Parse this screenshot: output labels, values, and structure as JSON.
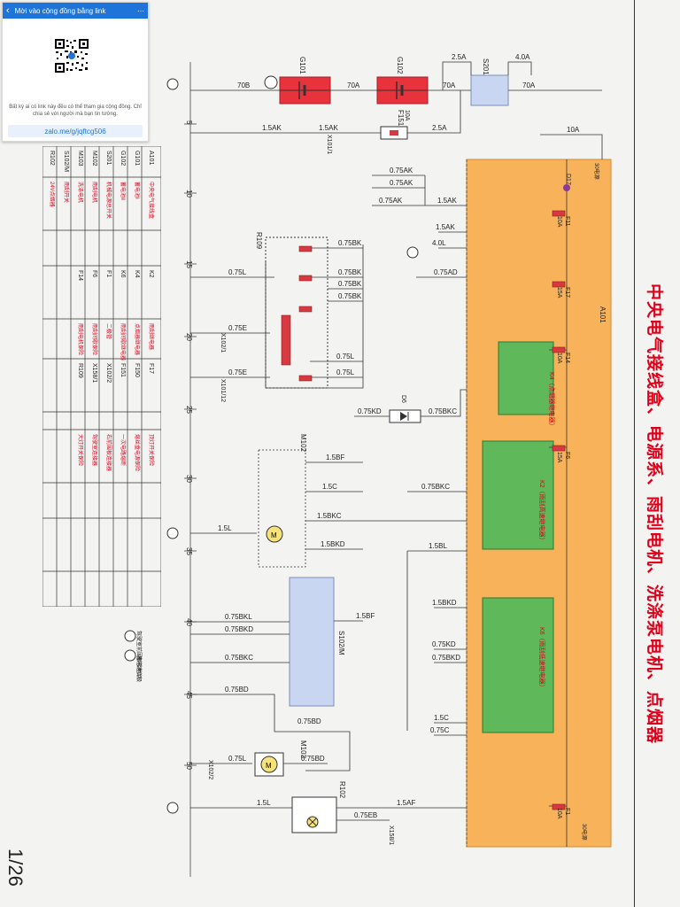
{
  "zalo": {
    "header_title": "Mời vào cộng đồng bằng link",
    "note": "Bất kỳ ai có link này đều có thể tham gia cộng đồng. Chỉ chia sẻ với người mà bạn tin tưởng.",
    "link": "zalo.me/g/jqftcg506"
  },
  "page_number": "1/26",
  "title": "中央电气接线盒、电源系、雨刮电机、洗涤泵电机、点烟器",
  "legend": {
    "codes": [
      "A101",
      "G101",
      "G102",
      "S201",
      "M102",
      "M103",
      "S102/M",
      "R102"
    ],
    "names": [
      "中央电气接线盒",
      "蓄电池Ⅰ",
      "蓄电池Ⅱ",
      "机械电源总开关",
      "雨刮电机",
      "洗涤电机",
      "雨刮开关",
      "24V点烟器"
    ],
    "codes2": [
      "K2",
      "K4",
      "K6",
      "F1",
      "F6",
      "F14",
      "",
      ""
    ],
    "names2": [
      "雨刮继电器",
      "点烟器继电器",
      "雨刮间歇继电器",
      "二极管",
      "雨刮间歇保险",
      "雨刮电机保险",
      "",
      ""
    ],
    "codes3": [
      "F17",
      "F150",
      "F151",
      "X102/2",
      "X158/1",
      "R109",
      "",
      ""
    ],
    "names3": [
      "顶灯开关保险",
      "熔丝盒电源保险",
      "一次电路熔断",
      "右前围板连接器",
      "驾驶室连接器",
      "大灯开关保险",
      "",
      ""
    ]
  },
  "symbols": {
    "ground_label": "驾驶室前围板接地点",
    "battery_label": "蓄电池负极"
  },
  "components": {
    "g101": "G101",
    "g102": "G102",
    "s201": "S201",
    "f151": "F151",
    "f151_rating": "10A",
    "x101_1": "X101/1",
    "a101": "A101",
    "r109": "R109",
    "x102_1": "X102/1",
    "x101_12": "X101/12",
    "d6": "D6",
    "d17": "D17",
    "m102": "M102",
    "s102m": "S102/M",
    "m103": "M103",
    "x102_2": "X102/2",
    "r102": "R102",
    "x158_1": "X158/1",
    "f11": "F11",
    "f11_rating": "10A",
    "f17": "F17",
    "f17_rating": "15A",
    "f14": "F14",
    "f14_rating": "10A",
    "f6": "F6",
    "f6_rating": "15A",
    "f1": "F1",
    "f1_rating": "10A",
    "k4": "K4（点烟器继电器）",
    "k2": "K2（雨刮高速继电器）",
    "k6": "K6（雨刮低速继电器）",
    "d17_label": "30电源",
    "f1_label": "30电源"
  },
  "wires": {
    "w70b": "70B",
    "w70a1": "70A",
    "w70a2": "70A",
    "w70a3": "70A",
    "w25a": "2.5A",
    "w40a": "4.0A",
    "w25a2": "2.5A",
    "w15ak1": "1.5AK",
    "w15ak2": "1.5AK",
    "w10a": "10A",
    "w075ak1": "0.75AK",
    "w075ak2": "0.75AK",
    "w075ak3": "0.75AK",
    "w15ak3": "1.5AK",
    "w15ak4": "1.5AK",
    "w40l": "4.0L",
    "w075ad": "0.75AD",
    "w075bk1": "0.75BK",
    "w075bk2": "0.75BK",
    "w075bk3": "0.75BK",
    "w075bk4": "0.75BK",
    "w075l1": "0.75L",
    "w075e1": "0.75E",
    "w075e2": "0.75E",
    "w075l2": "0.75L",
    "w075l3": "0.75L",
    "w075kd": "0.75KD",
    "w075bkc1": "0.75BKC",
    "w15bf1": "1.5BF",
    "w15c1": "1.5C",
    "w075bkc2": "0.75BKC",
    "w15l": "1.5L",
    "w15bkc": "1.5BKC",
    "w15bkd1": "1.5BKD",
    "w15bl": "1.5BL",
    "w075bkl": "0.75BKL",
    "w075bkd1": "0.75BKD",
    "w15bf2": "1.5BF",
    "w075bkc3": "0.75BKC",
    "w15bkd2": "1.5BKD",
    "w075kd2": "0.75KD",
    "w075bkd2": "0.75BKD",
    "w075bd1": "0.75BD",
    "w075bd2": "0.75BD",
    "w15c2": "1.5C",
    "w075c": "0.75C",
    "w075l4": "0.75L",
    "w075bd3": "0.75BD",
    "w15l2": "1.5L",
    "w15af": "1.5AF",
    "w075eb": "0.75EB"
  },
  "grid_numbers": [
    "5",
    "10",
    "15",
    "20",
    "25",
    "30",
    "35",
    "40",
    "45",
    "50"
  ],
  "colors": {
    "fusebox": "#f7b25a",
    "relay": "#5fb85a",
    "battery": "#e8323c",
    "switch": "#c9d6f2",
    "title_red": "#e0001a"
  }
}
